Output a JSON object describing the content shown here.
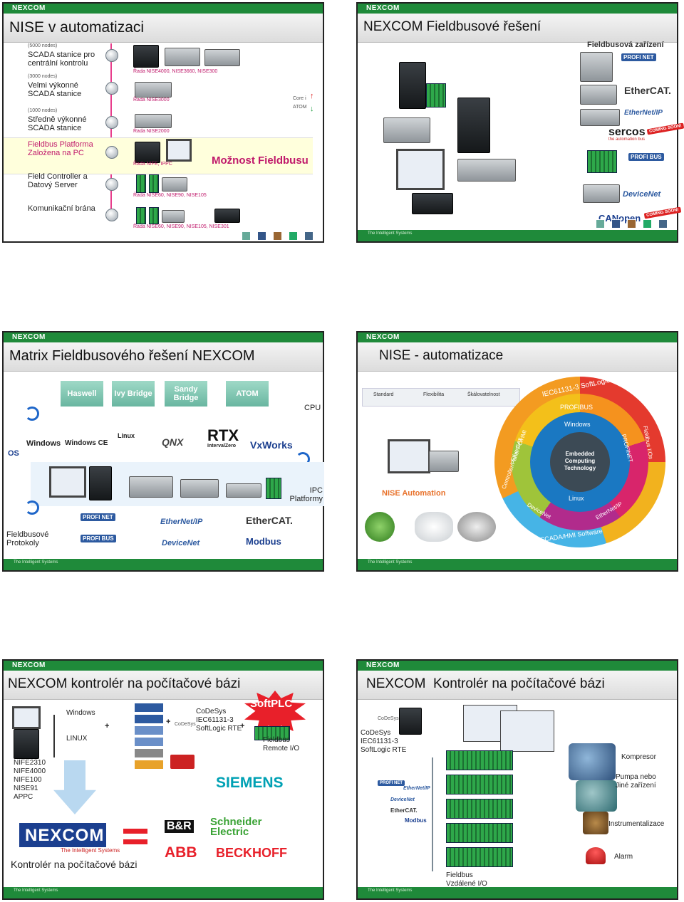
{
  "brand": {
    "logo": "NEXCOM",
    "tagline": "The Intelligent Systems"
  },
  "colors": {
    "brand_green": "#1f8a3a",
    "accent_pink": "#e83d8c",
    "softplc_red": "#e8202a"
  },
  "slide1": {
    "title": "NISE v automatizaci",
    "levels": [
      {
        "nodes": "(5000 nodes)",
        "label": "SCADA stanice pro centrální kontrolu",
        "series": "Řada NISE4000, NISE3660, NISE300"
      },
      {
        "nodes": "(3000 nodes)",
        "label": "Velmi výkonné SCADA stanice",
        "series": "Řada NISE3000"
      },
      {
        "nodes": "(1000 nodes)",
        "label": "Středně výkonné SCADA stanice",
        "series": "Řada NISE2000"
      },
      {
        "nodes": "",
        "label": "Fieldbus Platforma Založena na PC",
        "series": "Řada NIFE, IPPC"
      },
      {
        "nodes": "",
        "label": "Field Controller a Datový Server",
        "series": "Řada NISE60, NISE90, NISE105"
      },
      {
        "nodes": "",
        "label": "Komunikační brána",
        "series": "Řada NISE60, NISE90, NISE105, NISE301"
      }
    ],
    "cpu_up": "Core i",
    "cpu_down": "ATOM",
    "fieldbus_option": "Možnost Fieldbusu"
  },
  "slide2": {
    "title": "NEXCOM Fieldbusové řešení",
    "fieldbus_devices": "Fieldbusová zařízení",
    "logos": [
      "PROFI NET",
      "EtherCAT.",
      "EtherNet/IP",
      "sercos",
      "PROFI BUS",
      "DeviceNet",
      "CANopen"
    ],
    "coming_soon": "COMING SOON!",
    "sercos_sub": "the automation bus"
  },
  "slide3": {
    "title": "Matrix Fieldbusového řešení NEXCOM",
    "cpus": [
      "Haswell",
      "Ivy Bridge",
      "Sandy Bridge",
      "ATOM"
    ],
    "cpu_label": "CPU",
    "os_label": "OS",
    "os_list": [
      "Windows",
      "Windows CE",
      "Linux",
      "QNX",
      "RTX",
      "VxWorks"
    ],
    "rtx_sub": "IntervalZero",
    "ipc_label": "IPC Platformy",
    "fieldbus_label": "Fieldbusové Protokoly",
    "protocols": [
      "PROFI NET",
      "EtherNet/IP",
      "EtherCAT.",
      "PROFI BUS",
      "DeviceNet",
      "Modbus"
    ]
  },
  "slide4": {
    "title": "NISE - automatizace",
    "chips": [
      "Standard",
      "Flexibilita",
      "Škálovatelnost"
    ],
    "product": "NISE Automation",
    "ring_outer": [
      "IEC61131-3 SoftLogic",
      "Fieldbus I/Os",
      "SCADA/HMI Software",
      "Controller/Panel PC/HMI"
    ],
    "ring_middle": [
      "PROFIBUS",
      "PROFINET",
      "EtherNet/IP",
      "DeviceNet",
      "EtherCAT"
    ],
    "ring_inner": [
      "Windows",
      "Linux"
    ],
    "core": "Embedded Computing Technology"
  },
  "slide5": {
    "title": "NEXCOM kontrolér na počítačové bázi",
    "os_items": [
      "Windows",
      "LINUX"
    ],
    "products": [
      "NIFE2310",
      "NIFE4000",
      "NIFE100",
      "NISE91",
      "APPC"
    ],
    "plus": "+",
    "codesys": "CoDeSys IEC61131-3 SoftLogic RTE",
    "codesys_logo": "CoDeSys",
    "softplc": "SoftPLC",
    "remote_io": "Fieldbus Remote I/O",
    "partners": [
      "SIEMENS",
      "B&R",
      "Schneider Electric",
      "ABB",
      "BECKHOFF"
    ],
    "logo_tagline": "The Intelligent Systems",
    "bottom": "Kontrolér na počítačové bázi"
  },
  "slide6": {
    "title": "NEXCOM  Kontrolér na počítačové bázi",
    "codesys": "CoDeSys IEC61131-3 SoftLogic RTE",
    "codesys_logo": "CoDeSys",
    "labels": [
      "Kompresor",
      "Pumpa nebo Jiné zařízení",
      "Instrumentalizace",
      "Alarm"
    ],
    "remote_io": "Fieldbus Vzdálené I/O",
    "protocols": [
      "PROFI NET",
      "EtherNet/IP",
      "DeviceNet",
      "EtherCAT.",
      "Modbus"
    ]
  }
}
